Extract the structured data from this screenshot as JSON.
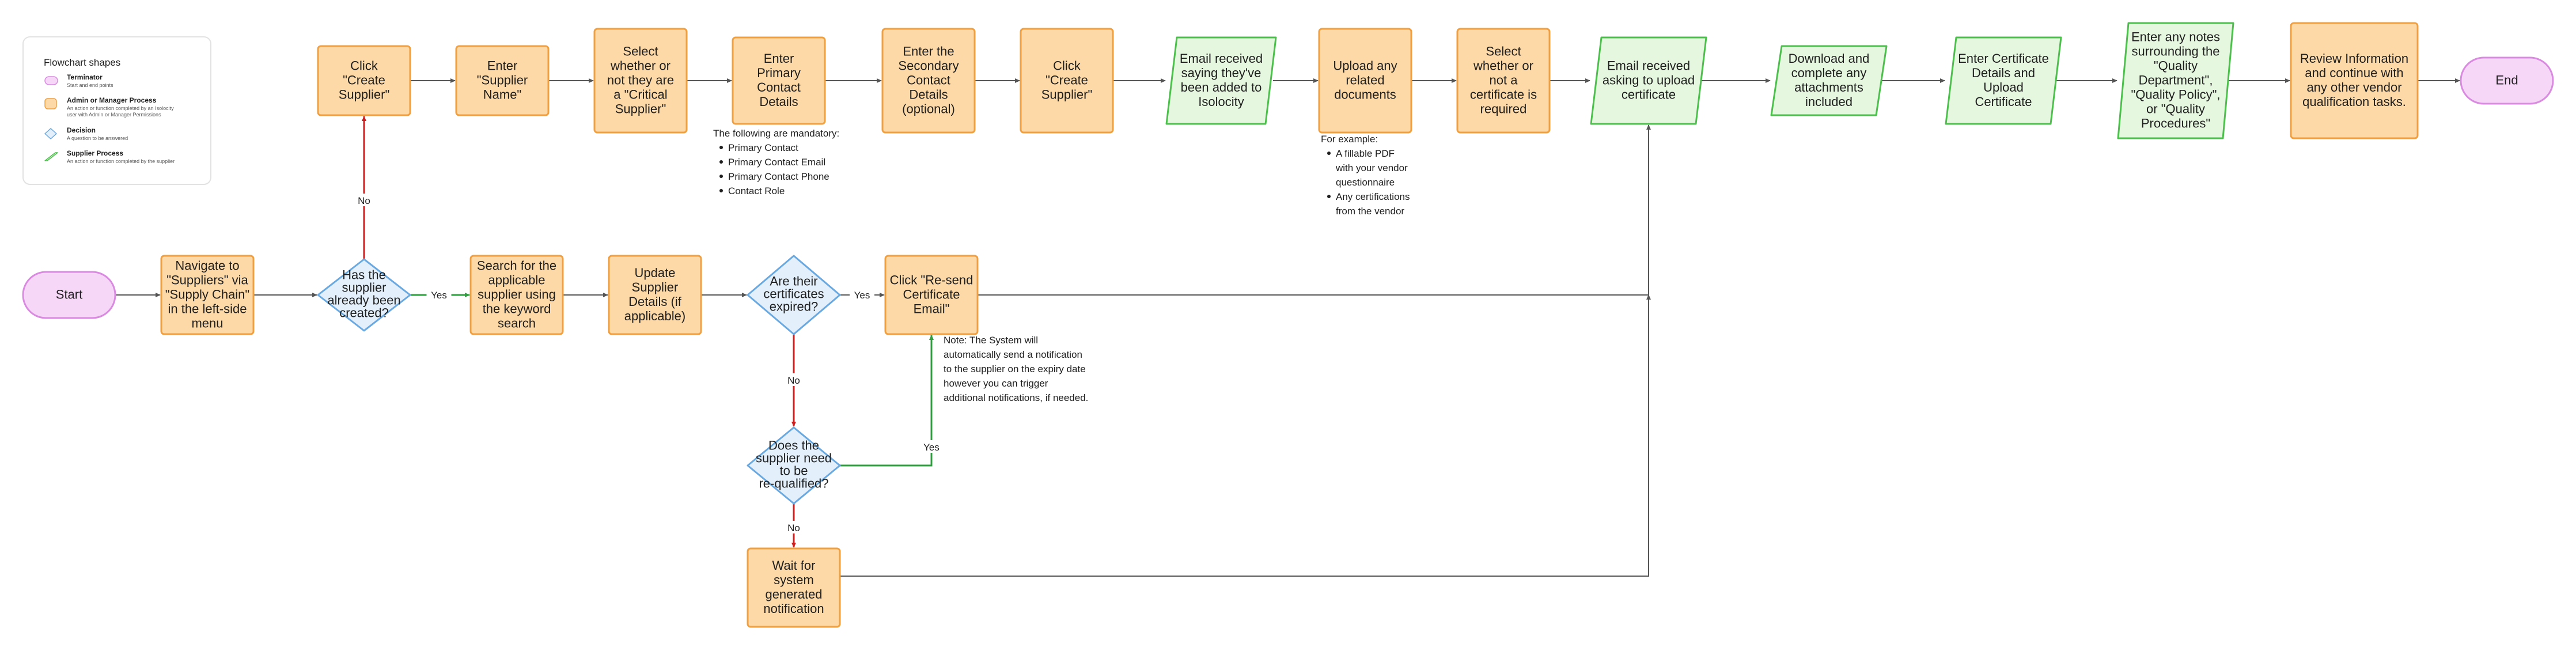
{
  "colors": {
    "process_fill": "#fdd9a8",
    "process_stroke": "#f0a040",
    "supplier_fill": "#e6f7e0",
    "supplier_stroke": "#4cbf4c",
    "decision_fill": "#e3f0fc",
    "decision_stroke": "#6aa8e0",
    "terminator_fill": "#f6d7f7",
    "terminator_stroke": "#d98be0",
    "edge": "#555555",
    "no_edge": "#cc1f1f",
    "yes_edge": "#2e9e3e"
  },
  "legend": {
    "title": "Flowchart shapes",
    "items": [
      {
        "id": "terminator",
        "name": "Terminator",
        "desc": [
          "Start and end points"
        ]
      },
      {
        "id": "process",
        "name": "Admin or Manager Process",
        "desc": [
          "An action or function completed by an Isolocity",
          "user with Admin or Manager Permissions"
        ]
      },
      {
        "id": "decision",
        "name": "Decision",
        "desc": [
          "A question to be answered"
        ]
      },
      {
        "id": "supplier",
        "name": "Supplier Process",
        "desc": [
          "An action or function completed by the supplier"
        ]
      }
    ]
  },
  "nodes": [
    {
      "id": "start",
      "shape": "terminator",
      "lines": [
        "Start"
      ]
    },
    {
      "id": "navigate",
      "shape": "process",
      "lines": [
        "Navigate to",
        "\"Suppliers\" via",
        "\"Supply Chain\"",
        "in the left-side",
        "menu"
      ]
    },
    {
      "id": "has_supplier",
      "shape": "decision",
      "lines": [
        "Has the",
        "supplier",
        "already been",
        "created?"
      ]
    },
    {
      "id": "click_create_1",
      "shape": "process",
      "lines": [
        "Click",
        "\"Create",
        "Supplier\""
      ]
    },
    {
      "id": "enter_name",
      "shape": "process",
      "lines": [
        "Enter",
        "\"Supplier",
        "Name\""
      ]
    },
    {
      "id": "critical",
      "shape": "process",
      "lines": [
        "Select",
        "whether or",
        "not they are",
        "a \"Critical",
        "Supplier\""
      ]
    },
    {
      "id": "primary_contact",
      "shape": "process",
      "lines": [
        "Enter",
        "Primary",
        "Contact",
        "Details"
      ]
    },
    {
      "id": "secondary_contact",
      "shape": "process",
      "lines": [
        "Enter the",
        "Secondary",
        "Contact",
        "Details",
        "(optional)"
      ]
    },
    {
      "id": "click_create_2",
      "shape": "process",
      "lines": [
        "Click",
        "\"Create",
        "Supplier\""
      ]
    },
    {
      "id": "email_added",
      "shape": "supplier",
      "lines": [
        "Email received",
        "saying they've",
        "been added to",
        "Isolocity"
      ]
    },
    {
      "id": "upload_docs",
      "shape": "process",
      "lines": [
        "Upload any",
        "related",
        "documents"
      ]
    },
    {
      "id": "cert_required",
      "shape": "process",
      "lines": [
        "Select",
        "whether or",
        "not a",
        "certificate is",
        "required"
      ]
    },
    {
      "id": "email_upload",
      "shape": "supplier",
      "lines": [
        "Email received",
        "asking to upload",
        "certificate"
      ]
    },
    {
      "id": "download",
      "shape": "supplier",
      "lines": [
        "Download and",
        "complete any",
        "attachments",
        "included"
      ]
    },
    {
      "id": "enter_cert",
      "shape": "supplier",
      "lines": [
        "Enter Certificate",
        "Details and",
        "Upload",
        "Certificate"
      ]
    },
    {
      "id": "notes",
      "shape": "supplier",
      "lines": [
        "Enter any notes",
        "surrounding the",
        "\"Quality",
        "Department\",",
        "\"Quality Policy\",",
        "or \"Quality",
        "Procedures\""
      ]
    },
    {
      "id": "review",
      "shape": "process",
      "lines": [
        "Review Information",
        "and continue with",
        "any other vendor",
        "qualification tasks."
      ]
    },
    {
      "id": "end",
      "shape": "terminator",
      "lines": [
        "End"
      ]
    },
    {
      "id": "search",
      "shape": "process",
      "lines": [
        "Search for the",
        "applicable",
        "supplier using",
        "the keyword",
        "search"
      ]
    },
    {
      "id": "update",
      "shape": "process",
      "lines": [
        "Update",
        "Supplier",
        "Details (if",
        "applicable)"
      ]
    },
    {
      "id": "expired",
      "shape": "decision",
      "lines": [
        "Are their",
        "certificates",
        "expired?"
      ]
    },
    {
      "id": "resend",
      "shape": "process",
      "lines": [
        "Click \"Re-send",
        "Certificate",
        "Email\""
      ]
    },
    {
      "id": "requalified",
      "shape": "decision",
      "lines": [
        "Does the",
        "supplier need",
        "to be",
        "re-qualified?"
      ]
    },
    {
      "id": "wait",
      "shape": "process",
      "lines": [
        "Wait for",
        "system",
        "generated",
        "notification"
      ]
    }
  ],
  "edges": [
    {
      "from": "start",
      "to": "navigate",
      "label": "",
      "kind": "normal"
    },
    {
      "from": "navigate",
      "to": "has_supplier",
      "label": "",
      "kind": "normal"
    },
    {
      "from": "has_supplier",
      "to": "click_create_1",
      "label": "No",
      "kind": "no"
    },
    {
      "from": "has_supplier",
      "to": "search",
      "label": "Yes",
      "kind": "yes"
    },
    {
      "from": "click_create_1",
      "to": "enter_name",
      "label": "",
      "kind": "normal"
    },
    {
      "from": "enter_name",
      "to": "critical",
      "label": "",
      "kind": "normal"
    },
    {
      "from": "critical",
      "to": "primary_contact",
      "label": "",
      "kind": "normal"
    },
    {
      "from": "primary_contact",
      "to": "secondary_contact",
      "label": "",
      "kind": "normal"
    },
    {
      "from": "secondary_contact",
      "to": "click_create_2",
      "label": "",
      "kind": "normal"
    },
    {
      "from": "click_create_2",
      "to": "email_added",
      "label": "",
      "kind": "normal"
    },
    {
      "from": "email_added",
      "to": "upload_docs",
      "label": "",
      "kind": "normal"
    },
    {
      "from": "upload_docs",
      "to": "cert_required",
      "label": "",
      "kind": "normal"
    },
    {
      "from": "cert_required",
      "to": "email_upload",
      "label": "",
      "kind": "normal"
    },
    {
      "from": "email_upload",
      "to": "download",
      "label": "",
      "kind": "normal"
    },
    {
      "from": "download",
      "to": "enter_cert",
      "label": "",
      "kind": "normal"
    },
    {
      "from": "enter_cert",
      "to": "notes",
      "label": "",
      "kind": "normal"
    },
    {
      "from": "notes",
      "to": "review",
      "label": "",
      "kind": "normal"
    },
    {
      "from": "review",
      "to": "end",
      "label": "",
      "kind": "normal"
    },
    {
      "from": "search",
      "to": "update",
      "label": "",
      "kind": "normal"
    },
    {
      "from": "update",
      "to": "expired",
      "label": "",
      "kind": "normal"
    },
    {
      "from": "expired",
      "to": "resend",
      "label": "Yes",
      "kind": "normal"
    },
    {
      "from": "expired",
      "to": "requalified",
      "label": "No",
      "kind": "no"
    },
    {
      "from": "requalified",
      "to": "resend",
      "label": "Yes",
      "kind": "yes"
    },
    {
      "from": "requalified",
      "to": "wait",
      "label": "No",
      "kind": "no"
    },
    {
      "from": "resend",
      "to": "email_upload",
      "label": "",
      "kind": "normal"
    },
    {
      "from": "wait",
      "to": "email_upload",
      "label": "",
      "kind": "normal"
    }
  ],
  "notes": [
    {
      "id": "mandatory",
      "title": "The following are mandatory:",
      "bullets": [
        "Primary Contact",
        "Primary Contact Email",
        "Primary Contact Phone",
        "Contact Role"
      ]
    },
    {
      "id": "example",
      "title": "For example:",
      "bullets": [
        "A fillable PDF\nwith your vendor\nquestionnaire",
        "Any certifications\nfrom the vendor"
      ]
    },
    {
      "id": "system_note",
      "title": "Note: The System will\nautomatically send a notification\nto the supplier on the expiry date\nhowever you can trigger\nadditional notifications, if needed.",
      "bullets": []
    }
  ]
}
